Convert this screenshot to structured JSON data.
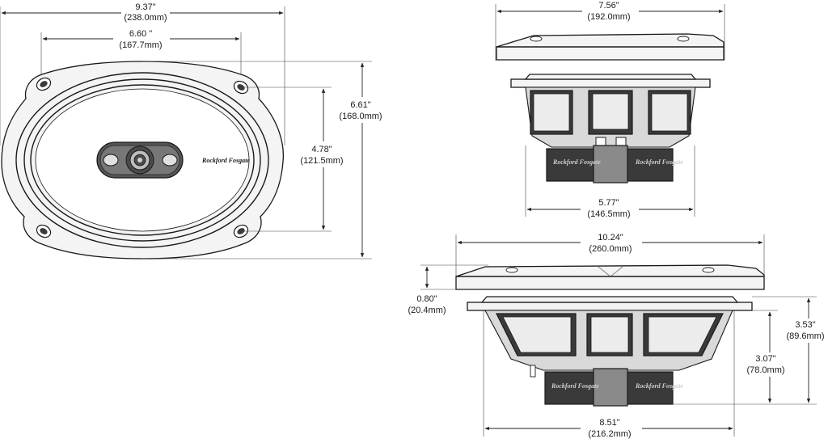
{
  "diagram": {
    "brand_logo": "Rockford Fosgate",
    "front_view": {
      "overall_width": {
        "imperial": "9.37\"",
        "metric": "(238.0mm)"
      },
      "mount_hole_spacing": {
        "imperial": "6.60 \"",
        "metric": "(167.7mm)"
      },
      "overall_height": {
        "imperial": "6.61\"",
        "metric": "(168.0mm)"
      },
      "mount_hole_height": {
        "imperial": "4.78\"",
        "metric": "(121.5mm)"
      }
    },
    "side_view_narrow": {
      "top_width": {
        "imperial": "7.56\"",
        "metric": "(192.0mm)"
      },
      "magnet_width": {
        "imperial": "5.77\"",
        "metric": "(146.5mm)"
      }
    },
    "side_view_wide": {
      "top_width": {
        "imperial": "10.24\"",
        "metric": "(260.0mm)"
      },
      "grille_height": {
        "imperial": "0.80\"",
        "metric": "(20.4mm)"
      },
      "overall_depth": {
        "imperial": "3.53\"",
        "metric": "(89.6mm)"
      },
      "mounting_depth": {
        "imperial": "3.07\"",
        "metric": "(78.0mm)"
      },
      "magnet_width": {
        "imperial": "8.51\"",
        "metric": "(216.2mm)"
      }
    }
  }
}
